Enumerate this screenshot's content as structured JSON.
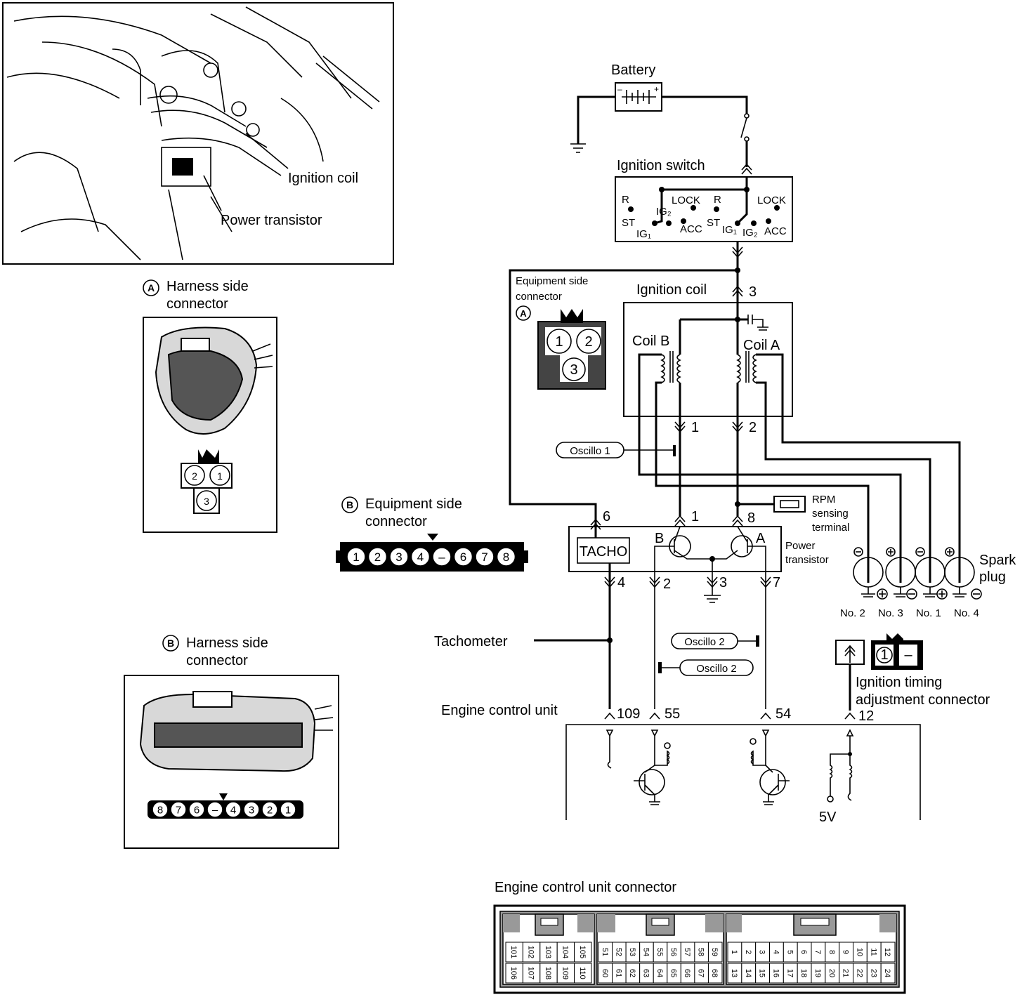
{
  "photo": {
    "ignition_coil_label": "Ignition coil",
    "power_transistor_label": "Power transistor"
  },
  "harness_a": {
    "badge": "A",
    "title_line1": "Harness side",
    "title_line2": "connector",
    "pins": [
      "2",
      "1",
      "3"
    ]
  },
  "harness_b": {
    "badge": "B",
    "title_line1": "Harness side",
    "title_line2": "connector",
    "pins": [
      "8",
      "7",
      "6",
      "–",
      "4",
      "3",
      "2",
      "1"
    ]
  },
  "equip_b": {
    "badge": "B",
    "title_line1": "Equipment side",
    "title_line2": "connector",
    "pins": [
      "1",
      "2",
      "3",
      "4",
      "–",
      "6",
      "7",
      "8"
    ]
  },
  "equip_a": {
    "badge": "A",
    "title_line1": "Equipment side",
    "title_line2": "connector",
    "pins": [
      "1",
      "2",
      "3"
    ]
  },
  "circuit": {
    "battery": "Battery",
    "battery_minus": "–",
    "battery_plus": "+",
    "ignition_switch": "Ignition switch",
    "switch_pos": {
      "r": "R",
      "st": "ST",
      "ig1": "IG₁",
      "ig2": "IG₂",
      "lock": "LOCK",
      "acc": "ACC"
    },
    "ignition_coil": "Ignition coil",
    "coil_b": "Coil B",
    "coil_a": "Coil A",
    "coil_pins": [
      "3",
      "1",
      "2"
    ],
    "oscillo_1": "Oscillo 1",
    "oscillo_2a": "Oscillo 2",
    "oscillo_2b": "Oscillo 2",
    "rpm_line1": "RPM",
    "rpm_line2": "sensing",
    "rpm_line3": "terminal",
    "power_transistor_line1": "Power",
    "power_transistor_line2": "transistor",
    "tacho": "TACHO",
    "pt_top_pins": [
      "6",
      "1",
      "8"
    ],
    "pt_bottom_pins": [
      "4",
      "2",
      "3",
      "7"
    ],
    "pt_b": "B",
    "pt_a": "A",
    "spark_line1": "Spark",
    "spark_line2": "plug",
    "spark_nums": [
      "No. 2",
      "No. 3",
      "No. 1",
      "No. 4"
    ],
    "tachometer": "Tachometer",
    "ecu": "Engine control unit",
    "ecu_pins": [
      "109",
      "55",
      "54",
      "12"
    ],
    "five_v": "5V",
    "timing_line1": "Ignition timing",
    "timing_line2": "adjustment connector",
    "timing_pins": [
      "1",
      "–"
    ]
  },
  "ecu_connector": {
    "title": "Engine control unit connector",
    "group1_top": [
      "101",
      "102",
      "103",
      "104",
      "105"
    ],
    "group1_bottom": [
      "106",
      "107",
      "108",
      "109",
      "110"
    ],
    "group2_top": [
      "51",
      "52",
      "53",
      "54",
      "55",
      "56",
      "57",
      "58",
      "59"
    ],
    "group2_bottom": [
      "60",
      "61",
      "62",
      "63",
      "64",
      "65",
      "66",
      "67",
      "68"
    ],
    "group3_top": [
      "1",
      "2",
      "3",
      "4",
      "5",
      "6",
      "7",
      "8",
      "9",
      "10",
      "11",
      "12"
    ],
    "group3_bottom": [
      "13",
      "14",
      "15",
      "16",
      "17",
      "18",
      "19",
      "20",
      "21",
      "22",
      "23",
      "24"
    ]
  }
}
